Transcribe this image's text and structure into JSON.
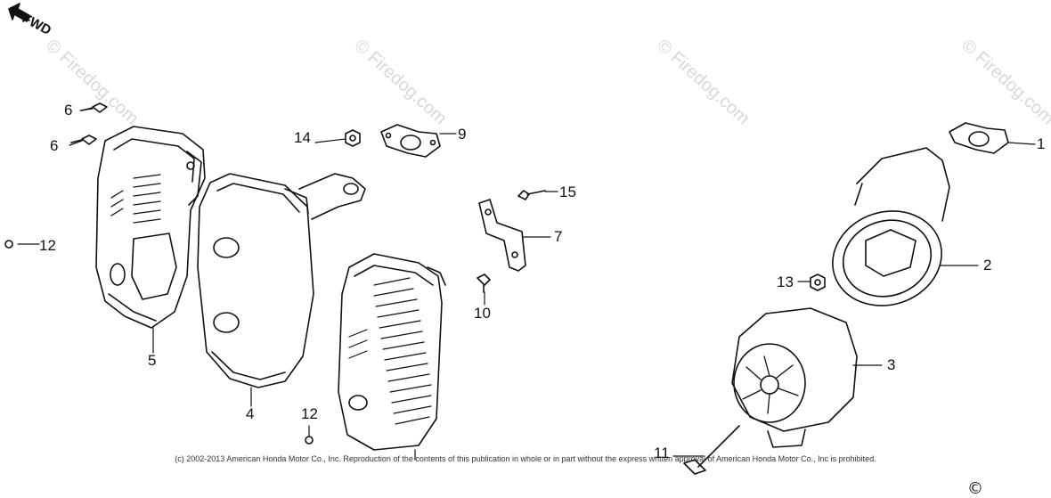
{
  "direction_label": "FWD",
  "watermark_text": "© Firedog.com",
  "callouts": [
    "1",
    "2",
    "3",
    "4",
    "5",
    "6",
    "6",
    "7",
    "9",
    "10",
    "11",
    "12",
    "12",
    "13",
    "14",
    "15"
  ],
  "copyright": "(c) 2002-2013 American Honda Motor Co., Inc. Reproduction of the contents of this publication in whole or in part without the express written approval of American Honda Motor Co., Inc is prohibited.",
  "corner_symbol": "©",
  "colors": {
    "line": "#111111",
    "watermark": "#d8d8d8",
    "background": "#ffffff"
  }
}
